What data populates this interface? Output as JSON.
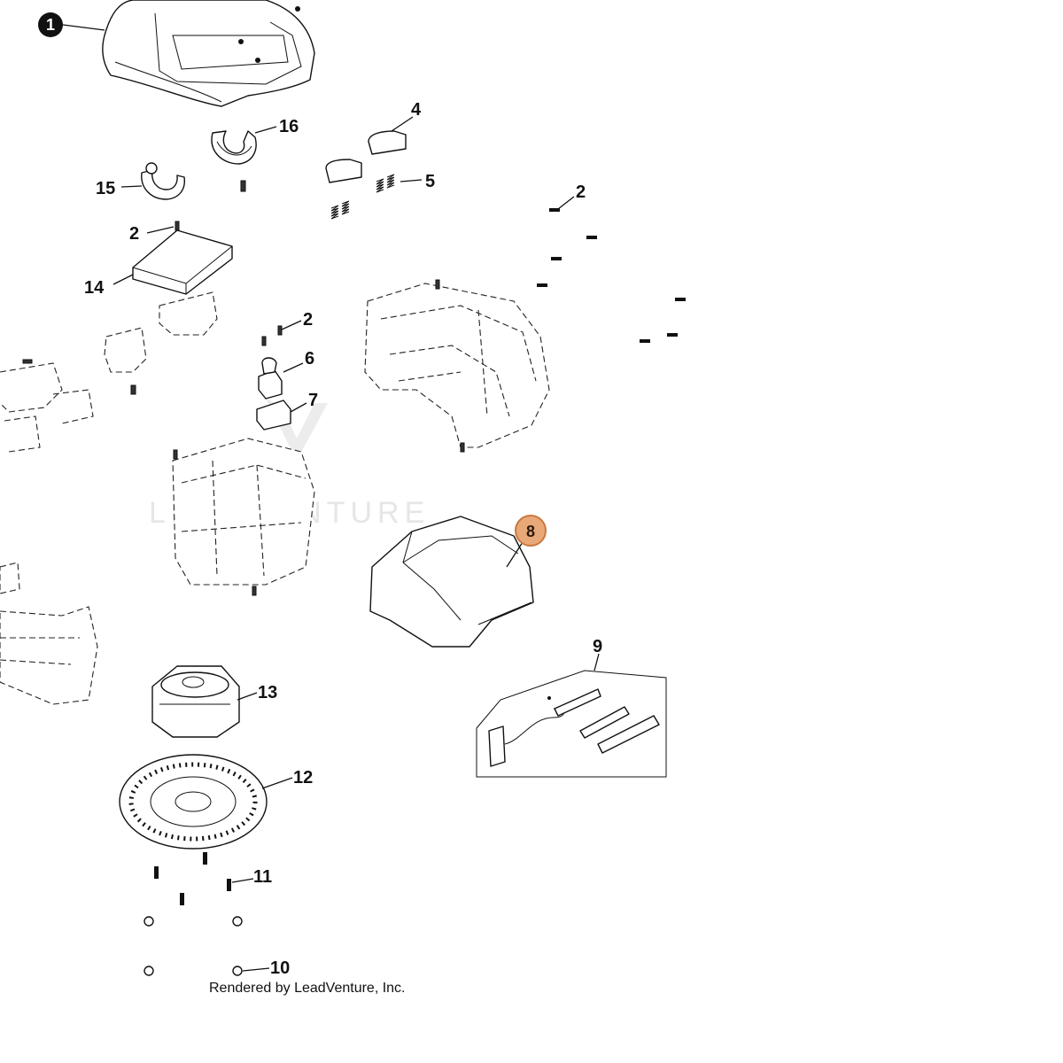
{
  "diagram": {
    "callouts": [
      {
        "id": "1",
        "style": "filled-circle"
      },
      {
        "id": "16",
        "style": "plain"
      },
      {
        "id": "4",
        "style": "plain"
      },
      {
        "id": "15",
        "style": "plain"
      },
      {
        "id": "5",
        "style": "plain"
      },
      {
        "id": "2a",
        "text": "2",
        "style": "plain"
      },
      {
        "id": "2b",
        "text": "2",
        "style": "plain"
      },
      {
        "id": "14",
        "style": "plain"
      },
      {
        "id": "2c",
        "text": "2",
        "style": "plain"
      },
      {
        "id": "6",
        "style": "plain"
      },
      {
        "id": "7",
        "style": "plain"
      },
      {
        "id": "8",
        "style": "highlighted-circle"
      },
      {
        "id": "9",
        "style": "plain"
      },
      {
        "id": "13",
        "style": "plain"
      },
      {
        "id": "12",
        "style": "plain"
      },
      {
        "id": "11",
        "style": "plain"
      },
      {
        "id": "10",
        "style": "plain"
      }
    ],
    "labels": {
      "c1": "1",
      "c16": "16",
      "c4": "4",
      "c15": "15",
      "c5": "5",
      "c2a": "2",
      "c2b": "2",
      "c14": "14",
      "c2c": "2",
      "c6": "6",
      "c7": "7",
      "c8": "8",
      "c9": "9",
      "c13": "13",
      "c12": "12",
      "c11": "11",
      "c10": "10"
    },
    "highlight_color": "#e8a877",
    "highlight_border": "#c9783f",
    "watermark": "LEADVENTURE",
    "credit": "Rendered by LeadVenture, Inc."
  }
}
